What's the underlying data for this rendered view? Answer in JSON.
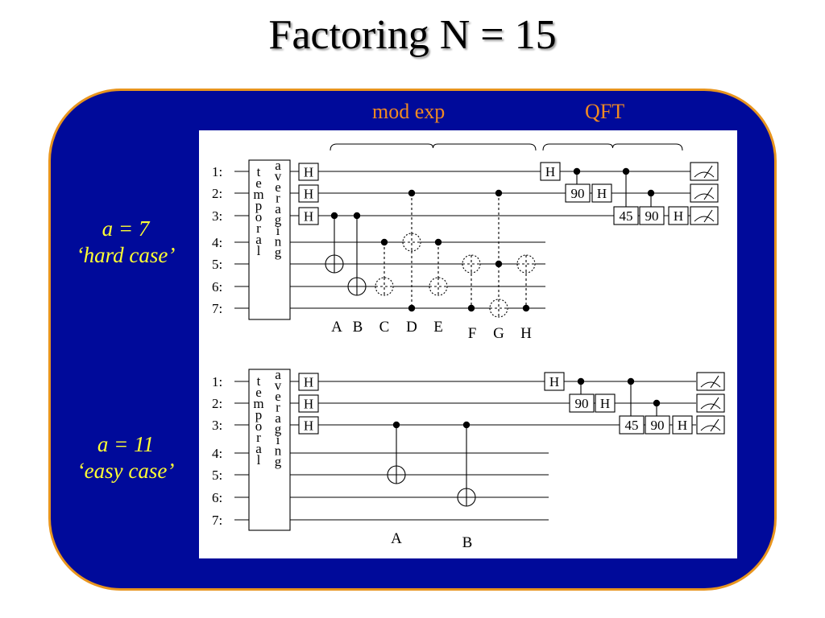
{
  "title": "Factoring N = 15",
  "headers": {
    "mod_exp": "mod exp",
    "qft": "QFT"
  },
  "cases": [
    {
      "a": "a = 7",
      "label": "‘hard case’"
    },
    {
      "a": "a = 11",
      "label": "‘easy case’"
    }
  ],
  "qubit_labels": [
    "1:",
    "2:",
    "3:",
    "4:",
    "5:",
    "6:",
    "7:"
  ],
  "box_col1": "temporal",
  "box_col2": "averaging",
  "gate_h": "H",
  "rotations": [
    "90",
    "45",
    "90"
  ],
  "hard_gate_labels": [
    "A",
    "B",
    "C",
    "D",
    "E",
    "F",
    "G",
    "H"
  ],
  "easy_gate_labels": [
    "A",
    "B"
  ]
}
